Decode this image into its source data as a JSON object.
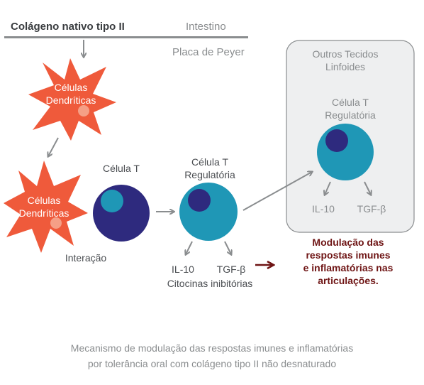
{
  "top": {
    "collagen": "Colágeno nativo tipo II",
    "intestine": "Intestino",
    "peyer": "Placa de Peyer"
  },
  "dendritic_1": {
    "line1": "Células",
    "line2": "Dendríticas"
  },
  "dendritic_2": {
    "line1": "Células",
    "line2": "Dendríticas"
  },
  "t_cell": "Célula T",
  "interaction": "Interação",
  "treg": {
    "line1": "Célula T",
    "line2": "Regulatória"
  },
  "cytokines": {
    "il10": "IL-10",
    "tgf": "TGF-β",
    "label": "Citocinas inibitórias"
  },
  "other_tissues": {
    "title_line1": "Outros Tecidos",
    "title_line2": "Linfoides",
    "treg_line1": "Célula T",
    "treg_line2": "Regulatória",
    "il10": "IL-10",
    "tgf": "TGF-β"
  },
  "result": {
    "line1": "Modulação das",
    "line2": "respostas imunes",
    "line3": "e inflamatórias nas",
    "line4": "articulações."
  },
  "caption": {
    "line1": "Mecanismo de modulação das respostas imunes e inflamatórias",
    "line2": "por tolerância oral com colágeno tipo II não desnaturado"
  },
  "colors": {
    "dendritic": "#ef5a3b",
    "dendritic_nucleus": "#f59f86",
    "t_cell": "#2e2a7e",
    "t_cell_nucleus": "#1f97b6",
    "treg": "#1f97b6",
    "treg_nucleus": "#2e2a7e",
    "arrow": "#8a8d8f",
    "result_text": "#6e1414",
    "panel": "#eeeff0"
  }
}
